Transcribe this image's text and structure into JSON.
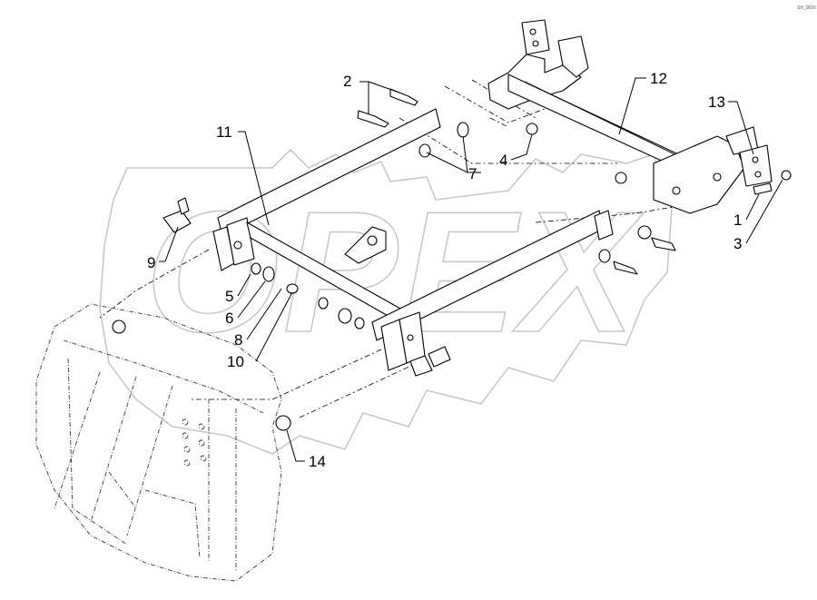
{
  "watermark": {
    "text": "OPEX"
  },
  "corner_code": "SH_0000",
  "callouts": [
    {
      "id": "c1",
      "text": "1"
    },
    {
      "id": "c2",
      "text": "2"
    },
    {
      "id": "c3",
      "text": "3"
    },
    {
      "id": "c4",
      "text": "4"
    },
    {
      "id": "c5",
      "text": "5"
    },
    {
      "id": "c6",
      "text": "6"
    },
    {
      "id": "c7",
      "text": "7"
    },
    {
      "id": "c8",
      "text": "8"
    },
    {
      "id": "c9",
      "text": "9"
    },
    {
      "id": "c10",
      "text": "10"
    },
    {
      "id": "c11",
      "text": "11"
    },
    {
      "id": "c12",
      "text": "12"
    },
    {
      "id": "c13",
      "text": "13"
    },
    {
      "id": "c14",
      "text": "14"
    }
  ]
}
